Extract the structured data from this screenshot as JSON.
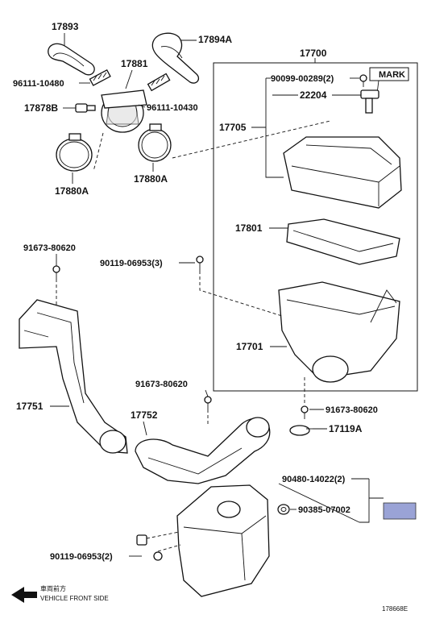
{
  "labels": {
    "p17893": "17893",
    "p17894A": "17894A",
    "p17881": "17881",
    "p96111_10480": "96111-10480",
    "p96111_10430": "96111-10430",
    "p17878B": "17878B",
    "p17880A_left": "17880A",
    "p17880A_right": "17880A",
    "p17700": "17700",
    "p90099": "90099-00289(2)",
    "mark": "MARK",
    "p22204": "22204",
    "p17705": "17705",
    "p17801": "17801",
    "p91673_top": "91673-80620",
    "p90119_3": "90119-06953(3)",
    "p17701": "17701",
    "p91673_mid": "91673-80620",
    "p91673_right": "91673-80620",
    "p17751": "17751",
    "p17752": "17752",
    "p17119A": "17119A",
    "p90480": "90480-14022(2)",
    "p90385": "90385-07002",
    "p90119_2": "90119-06953(2)",
    "vehicle_front_cn": "車両前方",
    "vehicle_front_en": "VEHICLE FRONT SIDE",
    "diagram_id": "178668E"
  },
  "colors": {
    "highlight": "#9aa3d6",
    "line": "#111111"
  },
  "icons": {
    "direction_arrow": "left-arrow-icon"
  }
}
